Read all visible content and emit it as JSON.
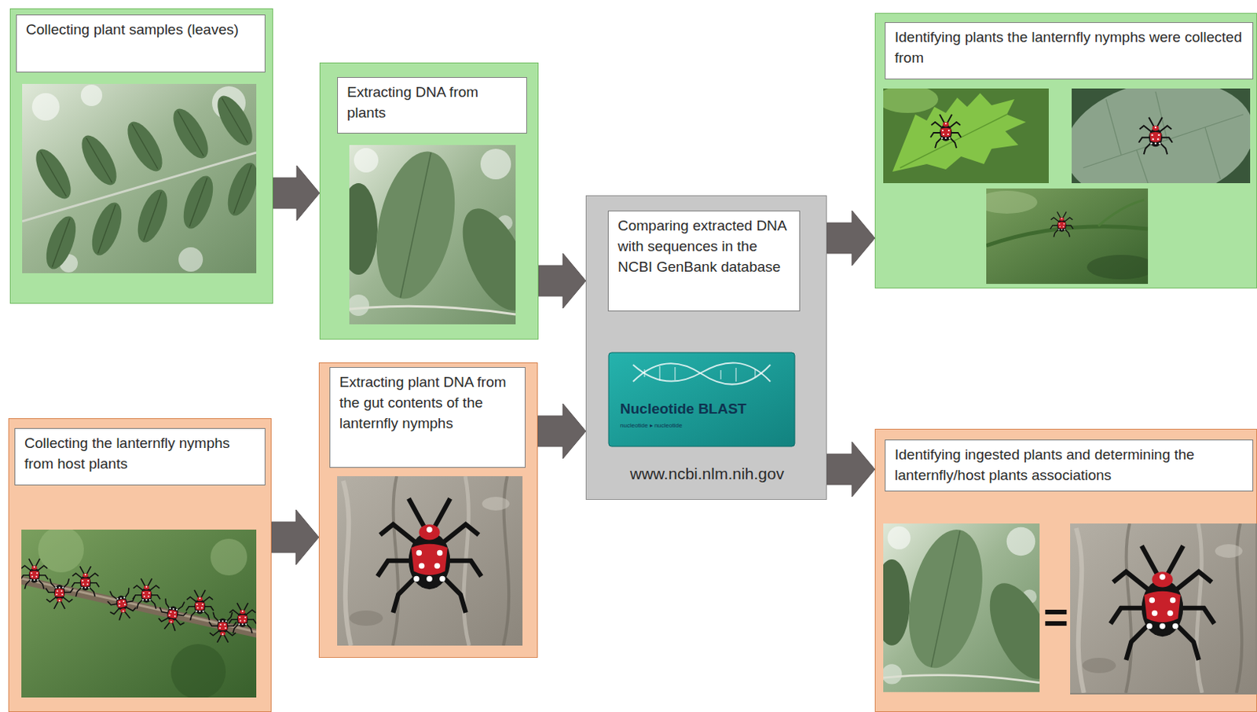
{
  "diagram": {
    "nodes": [
      {
        "text": [
          "Collecting plant samples (leaves)"
        ]
      },
      {
        "text": [
          "Extracting DNA from plants"
        ]
      },
      {
        "text": [
          "Comparing extracted DNA with sequences in the NCBI GenBank database",
          "Nucleotide BLAST",
          "nucleotide ▸ nucleotide",
          "www.ncbi.nlm.nih.gov"
        ]
      },
      {
        "text": [
          "Identifying plants the lanternfly nymphs were collected from"
        ]
      },
      {
        "text": [
          "Collecting the lanternfly nymphs from host plants"
        ]
      },
      {
        "text": [
          "Extracting plant DNA from the gut contents of the lanternfly nymphs"
        ]
      },
      {
        "text": [
          "Identifying ingested plants and determining the lanternfly/host plants associations",
          "="
        ]
      }
    ],
    "edges": [
      {
        "from": 0,
        "to": 1,
        "arrow": "to"
      },
      {
        "from": 4,
        "to": 5,
        "arrow": "to"
      },
      {
        "from": 1,
        "to": 2,
        "arrow": "to"
      },
      {
        "from": 5,
        "to": 2,
        "arrow": "to"
      },
      {
        "from": 2,
        "to": 3,
        "arrow": "to"
      },
      {
        "from": 2,
        "to": 6,
        "arrow": "to"
      }
    ]
  }
}
